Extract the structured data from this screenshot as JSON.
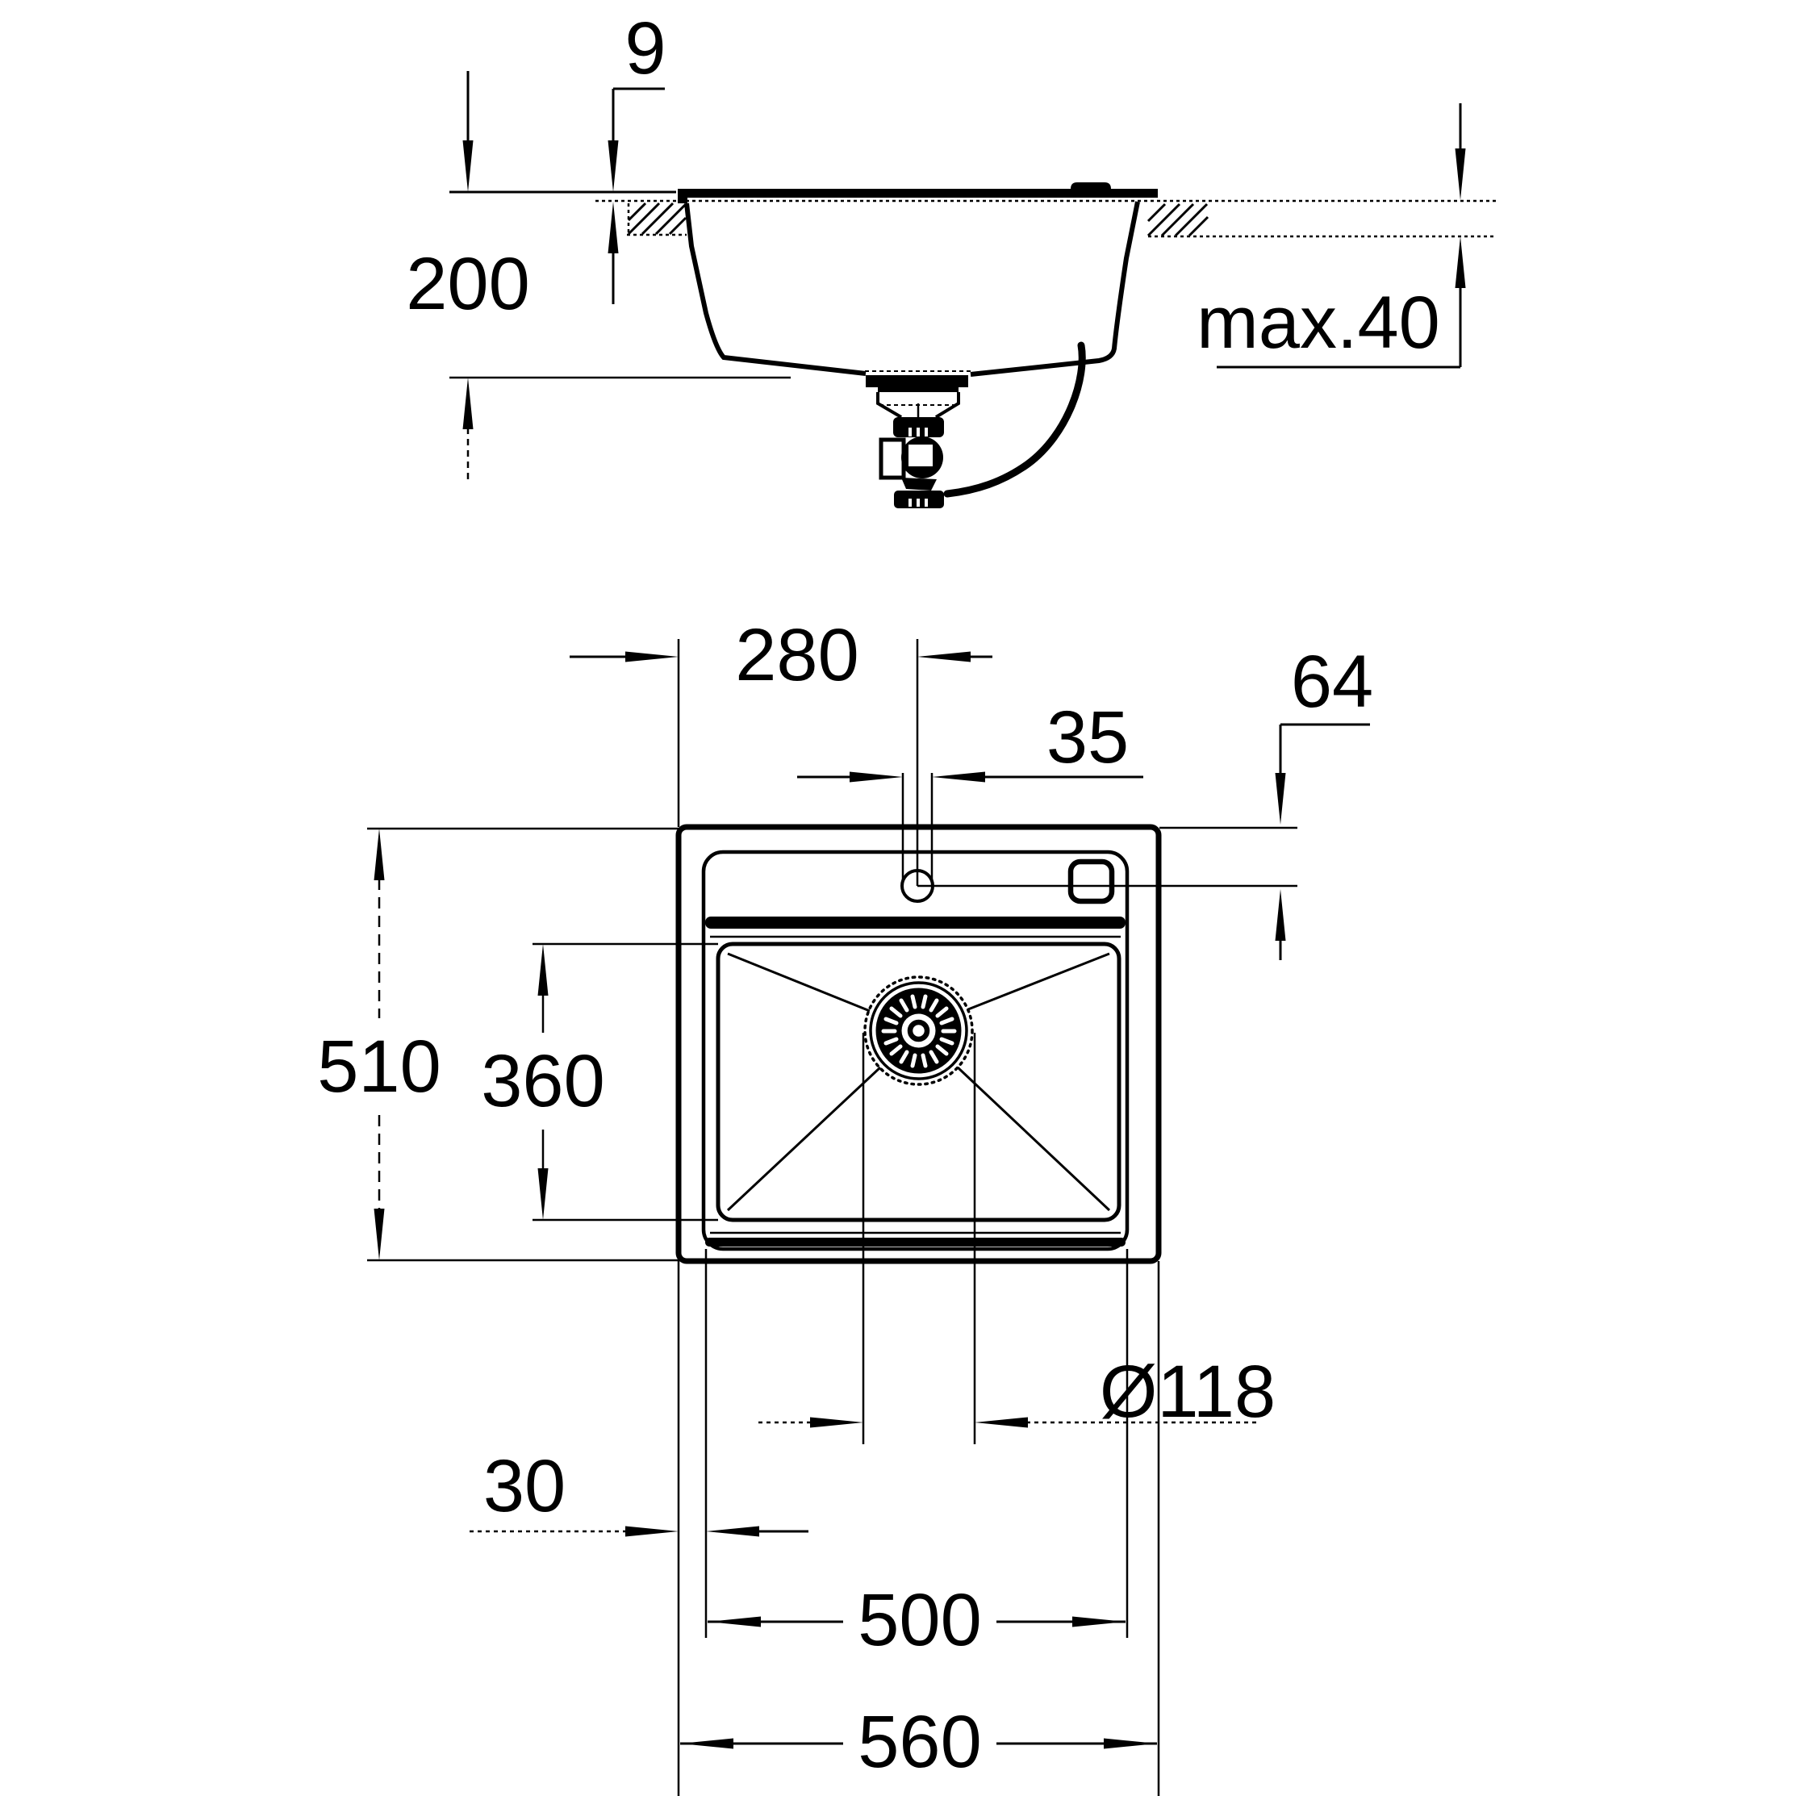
{
  "drawing": {
    "kind": "technical installation drawing",
    "subject": "single-bowl kitchen sink with countertop section and plan view",
    "units": "mm",
    "line_color": "#000000",
    "background_color": "#ffffff",
    "section_view": {
      "description": "side section of sink mounted in worktop with drain trap and overflow hose",
      "dims": {
        "rim_height": {
          "label": "9"
        },
        "bowl_depth": {
          "label": "200"
        },
        "counter_thickness": {
          "label": "max.40"
        }
      }
    },
    "plan_view": {
      "description": "top view of sink with bowl, drain, tap hole and remote knob",
      "dims": {
        "tap_center_from_left": {
          "label": "280"
        },
        "tap_hole_diameter": {
          "label": "35"
        },
        "remote_center_from_top": {
          "label": "64"
        },
        "overall_depth": {
          "label": "510"
        },
        "bowl_depth": {
          "label": "360"
        },
        "drain_diameter": {
          "label": "Ø118"
        },
        "edge_to_cutout": {
          "label": "30"
        },
        "cutout_width": {
          "label": "500"
        },
        "overall_width": {
          "label": "560"
        }
      }
    }
  }
}
